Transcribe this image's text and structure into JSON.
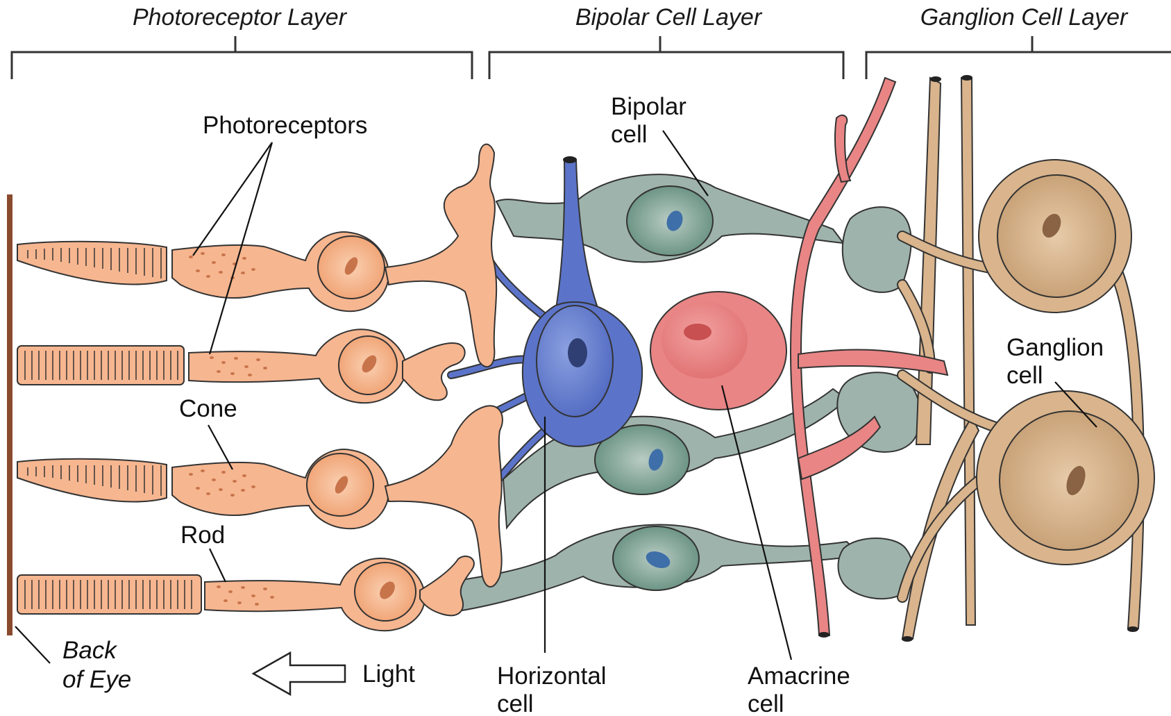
{
  "layers": {
    "photoreceptor": "Photoreceptor Layer",
    "bipolar": "Bipolar Cell Layer",
    "ganglion": "Ganglion Cell Layer"
  },
  "labels": {
    "photoreceptors": "Photoreceptors",
    "bipolar_line1": "Bipolar",
    "bipolar_line2": "cell",
    "cone": "Cone",
    "rod": "Rod",
    "ganglion_line1": "Ganglion",
    "ganglion_line2": "cell",
    "back_line1": "Back",
    "back_line2": "of Eye",
    "light": "Light",
    "horizontal_line1": "Horizontal",
    "horizontal_line2": "cell",
    "amacrine_line1": "Amacrine",
    "amacrine_line2": "cell"
  },
  "colors": {
    "photoreceptor_fill": "#f6b690",
    "photoreceptor_nucleus": "#f0a070",
    "photoreceptor_granule": "#c8744a",
    "bipolar_fill": "#9eb3ab",
    "bipolar_nucleus": "#5e8a7a",
    "bipolar_nucleolus": "#3f6fa8",
    "horizontal_fill": "#5b74c9",
    "horizontal_nucleus": "#2f3f74",
    "amacrine_fill": "#e98585",
    "amacrine_nucleus": "#d85f5f",
    "ganglion_fill": "#d9b48c",
    "ganglion_nucleus": "#8a6244",
    "back_of_eye": "#8a4a2e"
  }
}
